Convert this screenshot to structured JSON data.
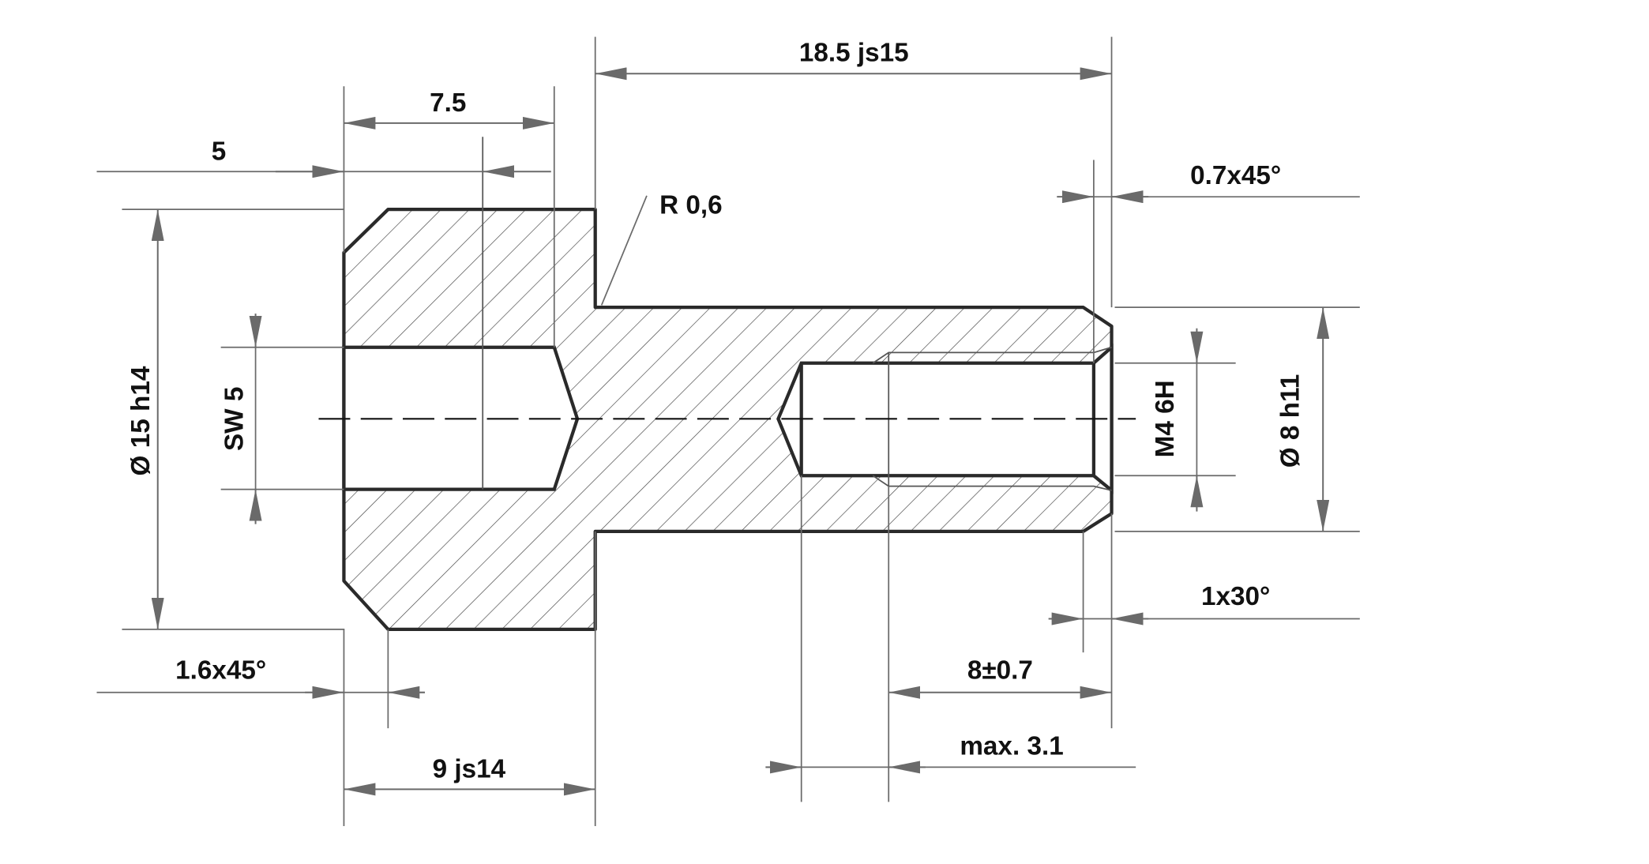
{
  "dimensions": {
    "overall_length": "18.5 js15",
    "socket_depth": "7.5",
    "socket_offset": "5",
    "fillet_radius": "R 0,6",
    "end_chamfer": "0.7x45°",
    "head_diameter": "Ø 15 h14",
    "socket_size": "SW 5",
    "thread": "M4 6H",
    "shank_diameter": "Ø 8 h11",
    "thread_chamfer": "1x30°",
    "head_chamfer": "1.6x45°",
    "thread_depth": "8±0.7",
    "thread_runout": "max. 3.1",
    "head_length": "9 js14"
  }
}
